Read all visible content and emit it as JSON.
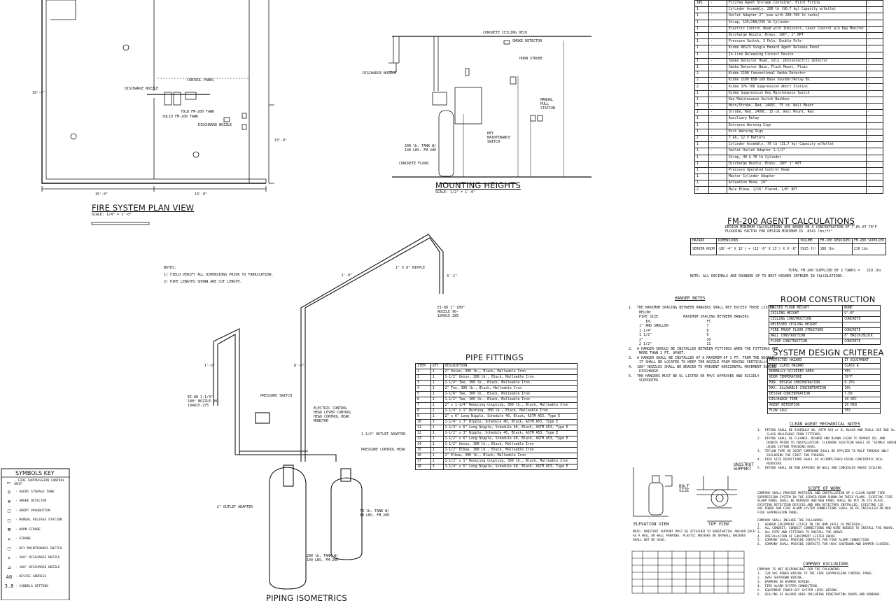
{
  "views": {
    "plan_title": "FIRE SYSTEM PLAN VIEW",
    "plan_scale": "SCALE: 1/4\" = 1'-0\"",
    "mounting_title": "MOUNTING HEIGHTS",
    "mounting_scale": "SCALE: 1/2\" = 1'-0\"",
    "isometric_title": "PIPING ISOMETRICS"
  },
  "plan_labels": {
    "control_panel": "CONTROL PANEL",
    "discharge_nozzle_1": "DISCHARGE NOZZLE",
    "discharge_nozzle_2": "DISCHARGE NOZZLE",
    "tank": "70LB FM-200 TANK",
    "tank_2": "SOLID FM-200 TANK",
    "dim_left": "15'-0\"",
    "dim_right": "13'-0\"",
    "dim_height": "13'-0\"",
    "dim_side": "19'-4\""
  },
  "mounting_labels": {
    "ceiling": "CONCRETE CEILING DECK",
    "smoke": "SMOKE DETECTOR",
    "nozzle": "DISCHARGE NOZZLE",
    "horn": "HORN STROBE",
    "pull": "MANUAL PULL STATION",
    "key": "KEY MAINTENANCE SWITCH",
    "tank": "200 lb. TANK W/ 140 LBS. FM-200",
    "floor": "CONCRETE FLOOR"
  },
  "bom": {
    "rows": [
      [
        "1#1",
        "-",
        "FC227ea Agent Storage Container, Pilot Firing",
        "-"
      ],
      [
        "1",
        "-",
        "Cylinder Assembly, 200 lb (90.7 kg) Capacity w/Outlet",
        "-"
      ],
      [
        "1",
        "-",
        "Outlet Adapter 2\" (use with 200-760 lb tanks)",
        "-"
      ],
      [
        "1",
        "-",
        "Strap, 125/200/235 lb Cylinder",
        "-"
      ],
      [
        "1",
        "-",
        "Electric Control Head with Indicator, Lever Control w/o Key Monitor",
        "-"
      ],
      [
        "1",
        "-",
        "Discharge Nozzle, Brass, 180°, 1\" NPT",
        "-"
      ],
      [
        "1",
        "-",
        "Pressure Switch, 3 Pole, Double Pole",
        "-"
      ],
      [
        "1",
        "-",
        "Kidde AEGIS Single Hazard Agent Release Panel",
        "-"
      ],
      [
        "1",
        "-",
        "In-Line Releasing Circuit Device",
        "-"
      ],
      [
        "1",
        "-",
        "Smoke Detector Head, only, photoelectric detector",
        "-"
      ],
      [
        "1",
        "-",
        "Smoke Detector Base, Flush Mount, Plain",
        "-"
      ],
      [
        "2",
        "-",
        "Kidde 1100 Conventional Smoke Detector",
        "-"
      ],
      [
        "2",
        "-",
        "Kidde 1100 BSB-168 Base Sounder/Relay Bx.",
        "-"
      ],
      [
        "2",
        "-",
        "Kidde 376-700 Suppression Abort Station",
        "-"
      ],
      [
        "1",
        "-",
        "Kidde Suppression Key Maintenance Switch",
        "-"
      ],
      [
        "1",
        "-",
        "Key Maintenance Switch Backbox",
        "-"
      ],
      [
        "1",
        "-",
        "Horn/Strobe, Red, 24VDC, 75 cd, Wall Mount",
        "-"
      ],
      [
        "2",
        "-",
        "Strobe, Red, 24VDC, 15 cd, Wall Mount, Red",
        "-"
      ],
      [
        "1",
        "-",
        "Auxiliary Relay",
        "-"
      ],
      [
        "1",
        "-",
        "Entrance Warning Sign",
        "-"
      ],
      [
        "1",
        "-",
        "Exit Warning Sign",
        "-"
      ],
      [
        "2",
        "-",
        "7 Ah, 12 V Battery",
        "-"
      ],
      [
        "1",
        "-",
        "Cylinder Assembly, 70 lb (31.7 kg) Capacity w/Outlet",
        "-"
      ],
      [
        "1",
        "-",
        "Outlet Outlet Adapter 1-1/2\"",
        "-"
      ],
      [
        "1",
        "-",
        "Strap, 40 & 70 lb Cylinder",
        "-"
      ],
      [
        "1",
        "-",
        "Discharge Nozzle, Brass, 180° 1\" NPT",
        "-"
      ],
      [
        "1",
        "-",
        "Pressure Operated Control Head",
        "-"
      ],
      [
        "1",
        "-",
        "Master Cylinder Adapter",
        "-"
      ],
      [
        "1",
        "-",
        "Actuation Hose, 16\"",
        "-"
      ],
      [
        "2",
        "-",
        "Male Elbow, 1/16\" Flared, 1/8\" NPT",
        "-"
      ]
    ]
  },
  "agent_calc": {
    "title": "FM-200 AGENT CALCULATIONS",
    "subtitle1": "DESIGN MINIMUM CALCULATIONS ARE BASED ON A CONCENTRATION OF 7.0% AT 70°F",
    "subtitle2": "FLOODING FACTOR FOR DESIGN MINIMUM IS .0341 lbs/ft³",
    "headers": [
      "HAZARD",
      "DIMENSIONS",
      "VOLUME",
      "FM-200 REQUIRED",
      "FM-200 SUPPLIED"
    ],
    "row": [
      "SERVER ROOM",
      "(26'-4\" X 15') + (13'-0\" X 13') X 9'-8\"",
      "5925 ft³",
      "188 lbs",
      "210 lbs"
    ],
    "total": "TOTAL FM-200 SUPPLIED BY 2 TANKS =",
    "total_value": "210 lbs",
    "note": "NOTE:  ALL DECIMALS ARE ROUNDED UP TO NEXT HIGHER INTEGER IN CALCULATIONS."
  },
  "room_construction": {
    "title": "ROOM CONSTRUCTION",
    "rows": [
      [
        "RAISED FLOOR HEIGHT",
        "NONE"
      ],
      [
        "CEILING HEIGHT",
        "9'-8\""
      ],
      [
        "CEILING CONSTRUCTION",
        "CONCRETE"
      ],
      [
        "RECESSED CEILING HEIGHT",
        "-"
      ],
      [
        "FIRE PROOF FLOOR STRUCTURE",
        "CONCRETE"
      ],
      [
        "WALL CONSTRUCTION",
        "8\" BRICK/BLOCK"
      ],
      [
        "FLOOR CONSTRUCTION",
        "CONCRETE"
      ]
    ]
  },
  "system_design": {
    "title": "SYSTEM DESIGN CRITEREA",
    "rows": [
      [
        "PROTECTED HAZARD",
        "IT EQUIPMENT"
      ],
      [
        "FIRE CLASS HAZARD",
        "CLASS A"
      ],
      [
        "NORMALLY OCCUPIED AREA",
        "YES"
      ],
      [
        "ROOM TEMPERATURE",
        "70°F"
      ],
      [
        "MIN. DESIGN CONCENTRATION",
        "6.25%"
      ],
      [
        "MAX. ALLOWABLE CONCENTRATION",
        "10%"
      ],
      [
        "DESIGN CONCENTRATION",
        "7.0%"
      ],
      [
        "DISCHARGE TIME",
        "10 SEC"
      ],
      [
        "AGENT RETENTION",
        "10 MIN"
      ],
      [
        "FLOW CALC",
        "YES"
      ]
    ]
  },
  "pipe_fittings": {
    "title": "PIPE FITTINGS",
    "headers": [
      "ITEM",
      "QTY",
      "DESCRIPTION"
    ],
    "rows": [
      [
        "1",
        "1",
        "2\" Union, 300 lb., Black, Malleable Iron"
      ],
      [
        "2",
        "1",
        "1-1/2\" Union, 300 lb., Black, Malleable Iron"
      ],
      [
        "3",
        "1",
        "1-1/4\" Tee, 300 lb., Black, Malleable Iron"
      ],
      [
        "4",
        "1",
        "2\" Tee, 300 lb., Black, Malleable Iron"
      ],
      [
        "5",
        "1",
        "1-1/4\" Tee, 300 lb., Black, Malleable Iron"
      ],
      [
        "6",
        "1",
        "1-1/2\" Tee, 300 lb., Black, Malleable Iron"
      ],
      [
        "7",
        "1",
        "2\" x 1-1/4\" Reducing Coupling, 300 lb., Black, Malleable Iron"
      ],
      [
        "8",
        "1",
        "1-1/4\" x 1\" Bushing, 300 lb., Black, Malleable Iron"
      ],
      [
        "9",
        "1",
        "2\" x 6\" Long Nipple, Schedule 40, Black, ASTM A53, Type E"
      ],
      [
        "10",
        "3",
        "1-1/4\" x 3\" Nipple, Schedule 40, Black, ASTM A53, Type E"
      ],
      [
        "11",
        "1",
        "1-1/4\" x 6\" Long Nipple, Schedule 40, Black, ASTM A53, Type E"
      ],
      [
        "12",
        "1",
        "1-1/2\" x 3\" Nipple, Schedule 40, Black, ASTM A53, Type E"
      ],
      [
        "13",
        "1",
        "1-1/2\" x 6\" Long Nipple, Schedule 40, Black, ASTM A53, Type E"
      ],
      [
        "14",
        "1",
        "1-1/2\" Union, 300 lb., Black, Malleable Iron"
      ],
      [
        "15",
        "1",
        "1-1/2\" Elbow, 300 lb., Black, Malleable Iron"
      ],
      [
        "16",
        "1",
        "1\" Elbow, 300 lb., Black, Malleable Iron"
      ],
      [
        "17",
        "1",
        "1-1/2\" x 1\" Reducing Coupling, 300 lb., Black, Malleable Iron"
      ],
      [
        "18",
        "3",
        "1-1/4\" x 6\" Long Nipple, Schedule 40, Black, ASTM A53, Type E"
      ]
    ]
  },
  "notes": {
    "heading": "NOTES:",
    "items": [
      "1)  FIELD VERIFY ALL DIMENSIONS PRIOR TO FABRICATION.",
      "2)  PIPE LENGTHS SHOWN ARE CUT LENGTH."
    ]
  },
  "hanger_notes": {
    "title": "HANGER NOTES",
    "lines": [
      "1.  THE MAXIMUM SPACING BETWEEN HANGERS SHALL NOT EXCEED THOSE LISTED",
      "     BELOW:",
      "     PIPE SIZE            MAXIMUM SPACING BETWEEN HANGERS",
      "        IN.                          FT.",
      "     1\" AND SMALLER                  7",
      "     1 1/4\"                          8",
      "     1 1/2\"                          9",
      "     2\"                              10",
      "     2 1/2\"                          11",
      "2.  A HANGER SHOULD BE INSTALLED BETWEEN FITTINGS WHEN THE FITTINGS ARE",
      "     MORE THAN 2 FT. APART.",
      "3.  A HANGER SHALL BE INSTALLED AT A MAXIMUM OF 1 FT. FROM THE NOZZLE.",
      "     IT SHALL BE LOCATED TO KEEP THE NOZZLE FROM MOVING VERTICALLY.",
      "4.  180° NOZZLES SHALL BE BRACED TO PREVENT HORIZONTAL MOVEMENT DURING",
      "     DISCHARGE.",
      "5.  THE HANGERS MUST BE UL LISTED OR FM/C APPROVED AND RIGIDLY",
      "     SUPPORTED."
    ]
  },
  "mech_notes": {
    "title": "CLEAN AGENT MECHANICAL NOTES",
    "lines": [
      "1.  PIPING SHALL BE SCHEDULE 40, ASTM A53 or B, BLACK AND SHALL USE 300 lb.",
      "     CLASS MALLEABLE IRON FITTINGS.",
      "2.  PIPING SHALL BE CLEANED, REAMED AND BLOWN CLEAR TO REMOVE OIL AND",
      "     DEBRIS PRIOR TO INSTALLATION. CLEANING SOLUTION SHALL BE \"SIMPLE GREEN\"",
      "     USING COTTON TRAINING RAGS.",
      "3.  TEFLON TAPE OR JOINT COMPOUND SHALL BE APPLIED TO MALE THREADS ONLY",
      "     EXCLUDING THE FIRST TWO THREADS.",
      "4.  PIPE SIZE REDUCTIONS SHALL BE ACCOMPLISHED USING CONCENTRIC BELL",
      "     REDUCERS.",
      "5.  PIPING SHALL BE RUN EXPOSED ON WALL AND CONCEALED ABOVE CEILING."
    ]
  },
  "scope": {
    "title": "SCOPE OF WORK",
    "lines": [
      "COMPANY SHALL PROVIDE MATERIAL AND INSTALLATION OF A CLEAN AGENT FIRE",
      "SUPPRESSION SYSTEM IN THE SERVER ROOM SHOWN ON THESE PLANS. EXISTING FIRE",
      "ALARM PANEL SHALL BE REMOVED AND NEW PANEL SHALL BE PUT IN ITS PLACE.",
      "EXISTING DETECTION DEVICES AND NEW DETECTORS INSTALLED. EXISTING 120",
      "VAC POWER AND FIRE ALARM SYSTEM CONNECTIONS SHALL BE RE-INSTALLED ON NEW",
      "FIRE SUPPRESSION PANEL.",
      "",
      "COMPANY SHALL INCLUDE THE FOLLOWING:",
      "1.  VENDOR EQUIPMENT LISTED IN THE BOM (BILL OF MATERIAL).",
      "2.  ALL CONDUIT, CONDUIT CONNECTIONS AND WIRE NEEDED TO INSTALL THE ABOVE.",
      "3.  ALL PIPE AND FITTINGS TO INSTALL THE ABOVE.",
      "4.  INSTALLATION OF EQUIPMENT LISTED ABOVE.",
      "5.  COMPANY SHALL PROVIDE CONTACTS FOR FIRE ALARM CONNECTION.",
      "6.  COMPANY SHALL PROVIDE CONTACTS FOR HVAC SHUTDOWN AND DAMPER CLOSERS."
    ]
  },
  "exclusions": {
    "title": "COMPANY EXCLUSIONS",
    "lines": [
      "COMPANY IS NOT RESPONSIBLE FOR THE FOLLOWING:",
      "1.  120 VAC POWER WIRING TO THE FIRE SUPPRESSION CONTROL PANEL.",
      "2.  HVAC SHUTDOWN WIRING.",
      "3.  DAMPERS OR DAMPER WIRING.",
      "4.  FIRE ALARM SYSTEM CONNECTION.",
      "5.  EQUIPMENT POWER OFF SYSTEM (EPO) WIRING.",
      "6.  SEALING OF HAZARD AREA INCLUDING PENETRATING DOORS AND WINDOWS."
    ]
  },
  "elevation": {
    "elev_label": "ELEVATION VIEW",
    "top_label": "TOP VIEW",
    "unistrut": "UNISTRUT SUPPORT",
    "bolt": "BOLT SIZE",
    "note": "NOTE:  UNISTRUT SUPPORT MUST BE ATTACHED TO SUBSTANTIAL ANCHOR SUCH AS A WALL OR WALL FRAMING. PLASTIC ANCHORS OR DRYWALL ANCHORS SHALL NOT BE USED."
  },
  "symbols": {
    "title": "SYMBOLS KEY",
    "items": [
      {
        "icon": "control-unit-icon",
        "glyph": "▭",
        "label": "- FIRE SUPPRESSION CONTROL UNIT"
      },
      {
        "icon": "agent-tank-icon",
        "glyph": "◎",
        "label": "- AGENT STORAGE TANK"
      },
      {
        "icon": "smoke-detector-icon",
        "glyph": "⊗",
        "label": "- SMOKE DETECTOR"
      },
      {
        "icon": "abort-icon",
        "glyph": "□",
        "label": "- ABORT PUSHBUTTON"
      },
      {
        "icon": "manual-release-icon",
        "glyph": "□",
        "label": "- MANUAL RELEASE STATION"
      },
      {
        "icon": "horn-strobe-icon",
        "glyph": "⊠",
        "label": "- HORN STROBE"
      },
      {
        "icon": "strobe-icon",
        "glyph": "✕",
        "label": "- STROBE"
      },
      {
        "icon": "key-switch-icon",
        "glyph": "□",
        "label": "- KEY MAINTENANCE SWITCH"
      },
      {
        "icon": "nozzle-360-icon",
        "glyph": "+",
        "label": "- 360° DISCHARGE NOZZLE"
      },
      {
        "icon": "nozzle-180-icon",
        "glyph": "⊿",
        "label": "- 180° DISCHARGE NOZZLE"
      },
      {
        "icon": "address-icon",
        "glyph": "A6",
        "label": "- DEVICE ADDRESS"
      },
      {
        "icon": "sensitivity-icon",
        "glyph": "3.8",
        "label": "- CANDELA SETTING"
      }
    ]
  },
  "iso_labels": {
    "nipple": "1\" X 8\" NIPPLE",
    "nozzle1": "EI-88  1\" 180° NOZZLE  90-194015-285",
    "nozzle2": "EI-88  1-1/4\" 180° NOZZLE  90-194015-275",
    "pressure_switch": "PRESSURE SWITCH",
    "control_head": "ELECTRIC CONTROL HEAD LEVER CONTROL HEAD CONTROL HEAD MONITOR",
    "outlet_adapter": "1-1/2\" OUTLET ADAPTER",
    "pressure_head": "PRESSURE CONTROL HEAD",
    "outlet2": "2\" OUTLET ADAPTER",
    "tank70": "70 lb. TANK W/ 60 LBS. FM-200",
    "tank200": "200 lb. TANK W/ 140 LBS. FM-200",
    "dim1": "1'-0\"",
    "dim2": "8'-6\"",
    "dim3": "1'-3\"",
    "dim4": "3'-1\""
  }
}
